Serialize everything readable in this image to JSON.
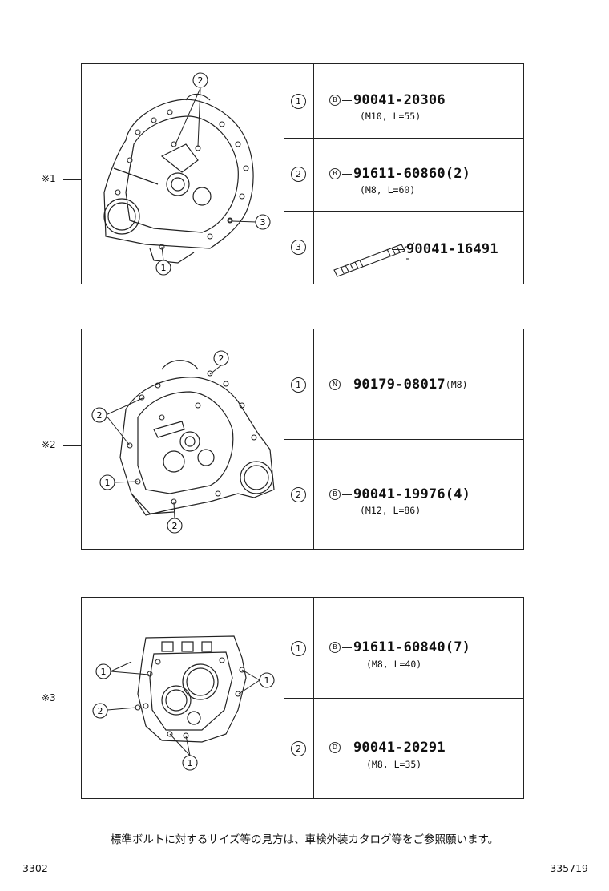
{
  "panels": [
    {
      "label": "※1",
      "rows": [
        {
          "index": "1",
          "mark": "B",
          "part": "90041-20306",
          "spec": "(M10, L=55)"
        },
        {
          "index": "2",
          "mark": "B",
          "part": "91611-60860(2)",
          "spec": "(M8, L=60)"
        },
        {
          "index": "3",
          "mark": "",
          "part": "90041-16491",
          "spec": ""
        }
      ],
      "callouts": [
        "2",
        "3",
        "1"
      ]
    },
    {
      "label": "※2",
      "rows": [
        {
          "index": "1",
          "mark": "N",
          "part": "90179-08017",
          "suffix": "(M8)",
          "spec": ""
        },
        {
          "index": "2",
          "mark": "B",
          "part": "90041-19976(4)",
          "spec": "(M12, L=86)"
        }
      ],
      "callouts": [
        "2",
        "2",
        "1",
        "2"
      ]
    },
    {
      "label": "※3",
      "rows": [
        {
          "index": "1",
          "mark": "B",
          "part": "91611-60840(7)",
          "spec": "(M8, L=40)"
        },
        {
          "index": "2",
          "mark": "D",
          "part": "90041-20291",
          "spec": "(M8, L=35)"
        }
      ],
      "callouts": [
        "1",
        "1",
        "2",
        "1"
      ]
    }
  ],
  "footer_note": "標準ボルトに対するサイズ等の見方は、車検外装カタログ等をご参照願います。",
  "page_left": "3302",
  "page_right": "335719"
}
